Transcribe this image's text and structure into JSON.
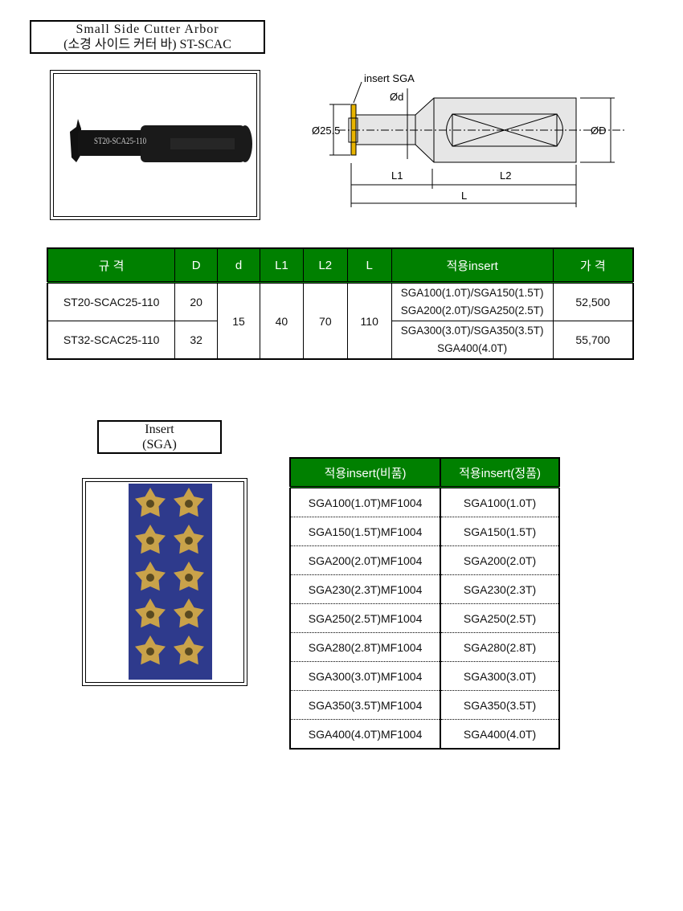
{
  "arbor": {
    "title": "Small Side Cutter Arbor",
    "subtitle": "(소경 사이드 커터 바) ST-SCAC",
    "photo_marking": "ST20-SCA25-110"
  },
  "diagram": {
    "insert_label": "insert SGA",
    "dia_insert": "Ø25.5",
    "dia_d": "Ød",
    "dia_D": "ØD",
    "L1": "L1",
    "L2": "L2",
    "L": "L",
    "insert_color": "#e8b400"
  },
  "spec_table": {
    "headers": [
      "규 격",
      "D",
      "d",
      "L1",
      "L2",
      "L",
      "적용insert",
      "가 격"
    ],
    "rows": [
      {
        "model": "ST20-SCAC25-110",
        "D": "20",
        "inserts": [
          "SGA100(1.0T)/SGA150(1.5T)",
          "SGA200(2.0T)/SGA250(2.5T)"
        ],
        "price": "52,500"
      },
      {
        "model": "ST32-SCAC25-110",
        "D": "32",
        "inserts": [
          "SGA300(3.0T)/SGA350(3.5T)",
          "SGA400(4.0T)"
        ],
        "price": "55,700"
      }
    ],
    "shared": {
      "d": "15",
      "L1": "40",
      "L2": "70",
      "L": "110"
    },
    "header_color": "#008000"
  },
  "insert": {
    "title": "Insert",
    "subtitle": "(SGA)"
  },
  "insert_table": {
    "headers": [
      "적용insert(비품)",
      "적용insert(정품)"
    ],
    "rows": [
      [
        "SGA100(1.0T)MF1004",
        "SGA100(1.0T)"
      ],
      [
        "SGA150(1.5T)MF1004",
        "SGA150(1.5T)"
      ],
      [
        "SGA200(2.0T)MF1004",
        "SGA200(2.0T)"
      ],
      [
        "SGA230(2.3T)MF1004",
        "SGA230(2.3T)"
      ],
      [
        "SGA250(2.5T)MF1004",
        "SGA250(2.5T)"
      ],
      [
        "SGA280(2.8T)MF1004",
        "SGA280(2.8T)"
      ],
      [
        "SGA300(3.0T)MF1004",
        "SGA300(3.0T)"
      ],
      [
        "SGA350(3.5T)MF1004",
        "SGA350(3.5T)"
      ],
      [
        "SGA400(4.0T)MF1004",
        "SGA400(4.0T)"
      ]
    ]
  }
}
